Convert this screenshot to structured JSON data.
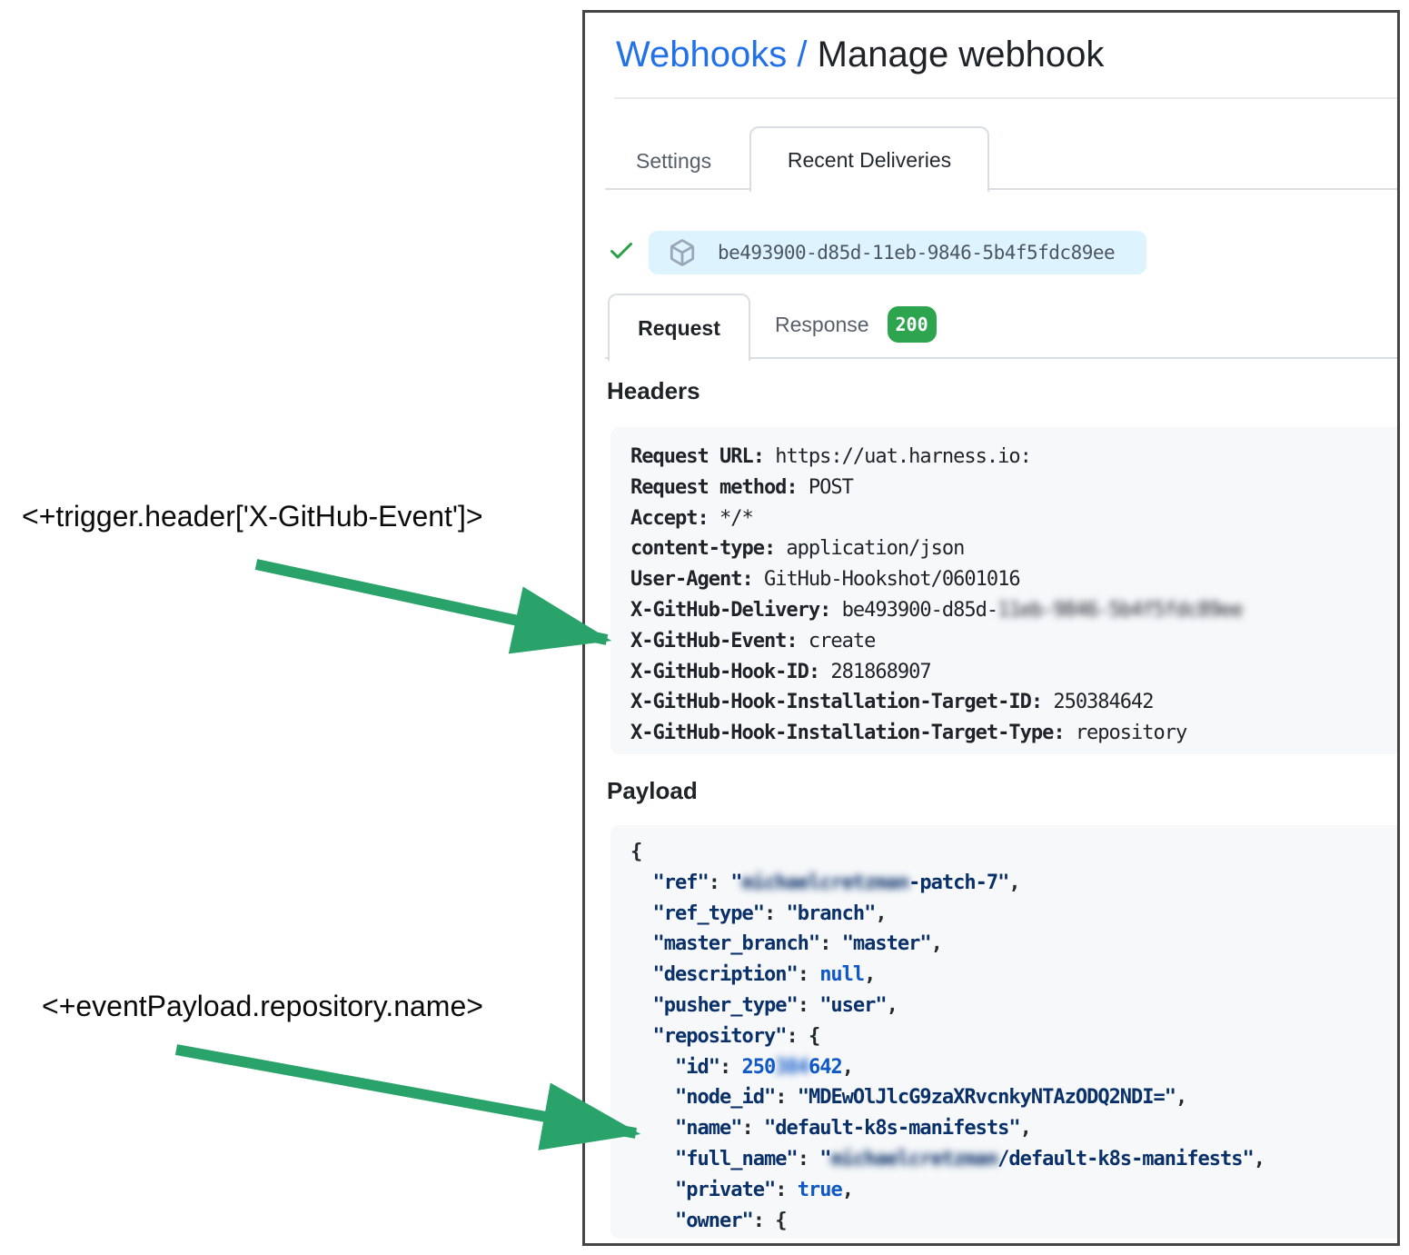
{
  "breadcrumb": {
    "link": "Webhooks",
    "separator": "/",
    "current": "Manage webhook"
  },
  "top_tabs": {
    "settings": "Settings",
    "recent_deliveries": "Recent Deliveries"
  },
  "delivery": {
    "guid": "be493900-d85d-11eb-9846-5b4f5fdc89ee"
  },
  "detail_tabs": {
    "request": "Request",
    "response": "Response",
    "response_status": "200"
  },
  "headers_section": {
    "title": "Headers",
    "lines": [
      [
        {
          "t": "Request URL:",
          "c": "b"
        },
        {
          "t": " https://uat.harness.io:"
        }
      ],
      [
        {
          "t": "Request method:",
          "c": "b"
        },
        {
          "t": " POST"
        }
      ],
      [
        {
          "t": "Accept:",
          "c": "b"
        },
        {
          "t": " */*"
        }
      ],
      [
        {
          "t": "content-type:",
          "c": "b"
        },
        {
          "t": " application/json"
        }
      ],
      [
        {
          "t": "User-Agent:",
          "c": "b"
        },
        {
          "t": " GitHub-Hookshot/0601016"
        }
      ],
      [
        {
          "t": "X-GitHub-Delivery:",
          "c": "b"
        },
        {
          "t": " be493900-d85d-"
        },
        {
          "t": "11eb-9846-5b4f5fdc89ee",
          "c": "blur"
        }
      ],
      [
        {
          "t": "X-GitHub-Event:",
          "c": "b"
        },
        {
          "t": " create"
        }
      ],
      [
        {
          "t": "X-GitHub-Hook-ID:",
          "c": "b"
        },
        {
          "t": " 281868907"
        }
      ],
      [
        {
          "t": "X-GitHub-Hook-Installation-Target-ID:",
          "c": "b"
        },
        {
          "t": " 250384642"
        }
      ],
      [
        {
          "t": "X-GitHub-Hook-Installation-Target-Type:",
          "c": "b"
        },
        {
          "t": " repository"
        }
      ]
    ]
  },
  "payload_section": {
    "title": "Payload",
    "lines": [
      [
        {
          "t": "{"
        }
      ],
      [
        {
          "t": "  "
        },
        {
          "t": "\"ref\"",
          "c": "s"
        },
        {
          "t": ": "
        },
        {
          "t": "\"",
          "c": "s"
        },
        {
          "t": "michaelcretzman",
          "c": "s blur"
        },
        {
          "t": "-patch-7\"",
          "c": "s"
        },
        {
          "t": ","
        }
      ],
      [
        {
          "t": "  "
        },
        {
          "t": "\"ref_type\"",
          "c": "s"
        },
        {
          "t": ": "
        },
        {
          "t": "\"branch\"",
          "c": "s"
        },
        {
          "t": ","
        }
      ],
      [
        {
          "t": "  "
        },
        {
          "t": "\"master_branch\"",
          "c": "s"
        },
        {
          "t": ": "
        },
        {
          "t": "\"master\"",
          "c": "s"
        },
        {
          "t": ","
        }
      ],
      [
        {
          "t": "  "
        },
        {
          "t": "\"description\"",
          "c": "s"
        },
        {
          "t": ": "
        },
        {
          "t": "null",
          "c": "k"
        },
        {
          "t": ","
        }
      ],
      [
        {
          "t": "  "
        },
        {
          "t": "\"pusher_type\"",
          "c": "s"
        },
        {
          "t": ": "
        },
        {
          "t": "\"user\"",
          "c": "s"
        },
        {
          "t": ","
        }
      ],
      [
        {
          "t": "  "
        },
        {
          "t": "\"repository\"",
          "c": "s"
        },
        {
          "t": ": "
        },
        {
          "t": "{"
        }
      ],
      [
        {
          "t": "    "
        },
        {
          "t": "\"id\"",
          "c": "s"
        },
        {
          "t": ": "
        },
        {
          "t": "250",
          "c": "k"
        },
        {
          "t": "384",
          "c": "k blur"
        },
        {
          "t": "642",
          "c": "k"
        },
        {
          "t": ","
        }
      ],
      [
        {
          "t": "    "
        },
        {
          "t": "\"node_id\"",
          "c": "s"
        },
        {
          "t": ": "
        },
        {
          "t": "\"MDEwOlJlcG9zaXRvcnkyNTAzODQ2NDI=\"",
          "c": "s"
        },
        {
          "t": ","
        }
      ],
      [
        {
          "t": "    "
        },
        {
          "t": "\"name\"",
          "c": "s"
        },
        {
          "t": ": "
        },
        {
          "t": "\"default-k8s-manifests\"",
          "c": "s"
        },
        {
          "t": ","
        }
      ],
      [
        {
          "t": "    "
        },
        {
          "t": "\"full_name\"",
          "c": "s"
        },
        {
          "t": ": "
        },
        {
          "t": "\"",
          "c": "s"
        },
        {
          "t": "michaelcretzman",
          "c": "s blur"
        },
        {
          "t": "/default-k8s-manifests\"",
          "c": "s"
        },
        {
          "t": ","
        }
      ],
      [
        {
          "t": "    "
        },
        {
          "t": "\"private\"",
          "c": "s"
        },
        {
          "t": ": "
        },
        {
          "t": "true",
          "c": "k"
        },
        {
          "t": ","
        }
      ],
      [
        {
          "t": "    "
        },
        {
          "t": "\"owner\"",
          "c": "s"
        },
        {
          "t": ": "
        },
        {
          "t": "{"
        }
      ]
    ]
  },
  "annotations": {
    "trigger_header": "<+trigger.header['X-GitHub-Event']>",
    "event_payload": "<+eventPayload.repository.name>"
  },
  "colors": {
    "link_blue": "#2371e9",
    "text_dark": "#1f2328",
    "tab_inactive_gray": "#57606a",
    "tab_border": "#d8dee4",
    "code_background": "#f6f8fa",
    "code_string_navy": "#0a3069",
    "code_constant_blue": "#1158c7",
    "delivery_pill_blue": "#ddf4ff",
    "badge_green": "#2da44e",
    "check_green": "#26a148",
    "arrow_green": "#2aa36b"
  }
}
